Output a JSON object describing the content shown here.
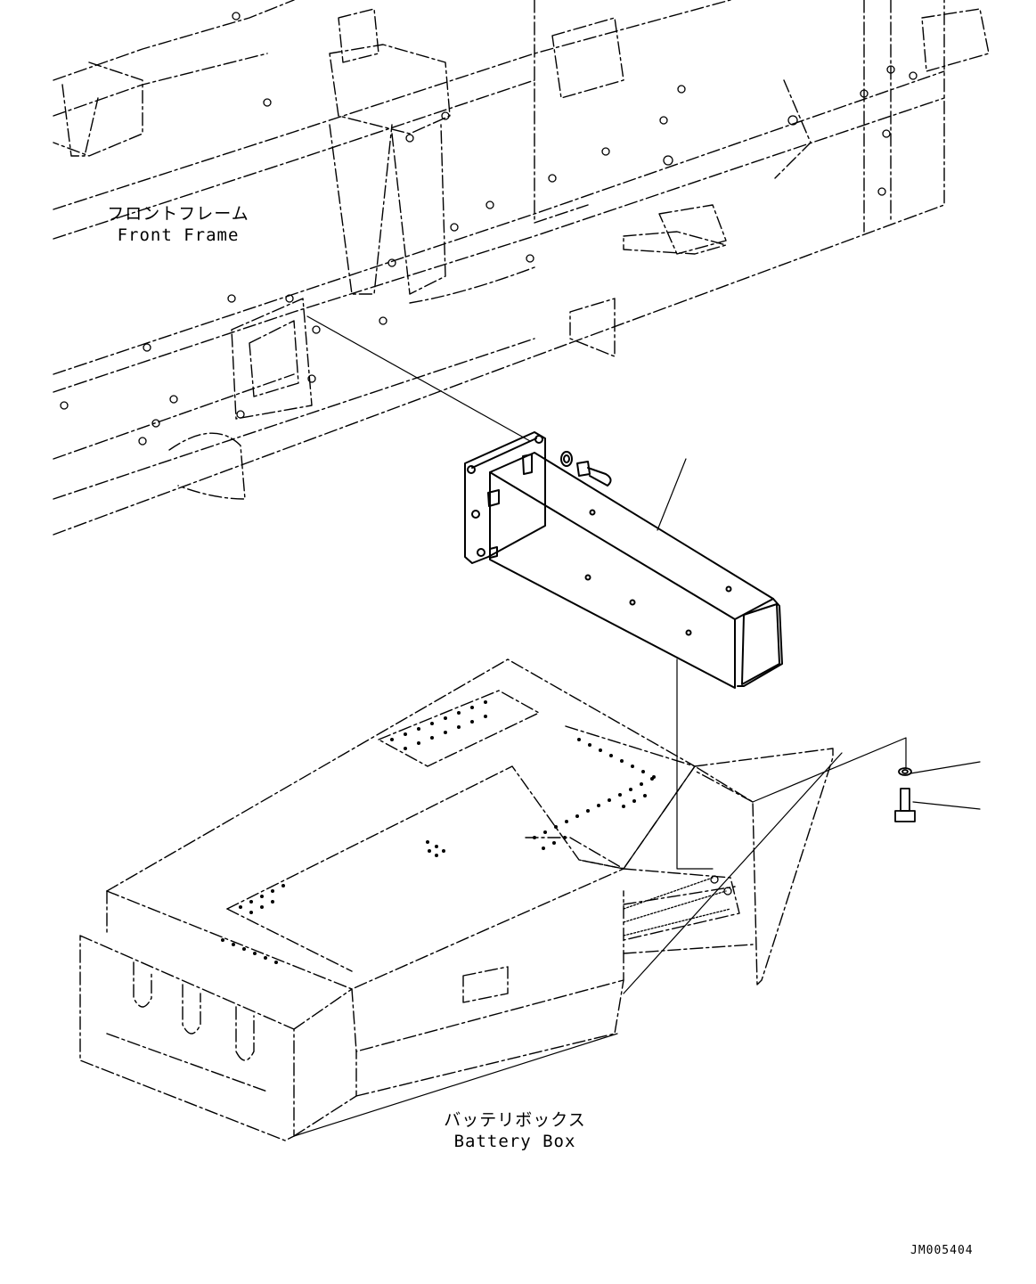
{
  "labels": {
    "front_frame": {
      "ja": "フロントフレーム",
      "en": "Front Frame"
    },
    "battery_box": {
      "ja": "バッテリボックス",
      "en": "Battery Box"
    },
    "drawing_code": "JM005404"
  },
  "colors": {
    "line": "#000000",
    "background": "#ffffff"
  }
}
